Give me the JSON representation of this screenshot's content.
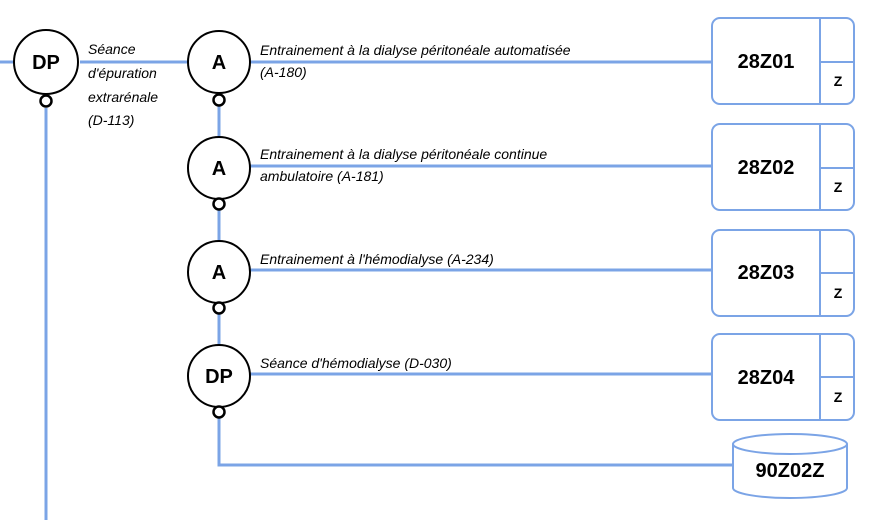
{
  "root": {
    "type": "DP",
    "label_lines": [
      "Séance",
      "d'épuration",
      "extrarénale",
      "(D-113)"
    ]
  },
  "steps": [
    {
      "type": "A",
      "label_lines": [
        "Entrainement à la dialyse péritonéale automatisée",
        "(A-180)"
      ],
      "code": "28Z01",
      "suffix": "Z"
    },
    {
      "type": "A",
      "label_lines": [
        "Entrainement à la dialyse péritonéale continue",
        "ambulatoire (A-181)"
      ],
      "code": "28Z02",
      "suffix": "Z"
    },
    {
      "type": "A",
      "label_lines": [
        "Entrainement à l'hémodialyse (A-234)"
      ],
      "code": "28Z03",
      "suffix": "Z"
    },
    {
      "type": "DP",
      "label_lines": [
        "Séance d'hémodialyse (D-030)"
      ],
      "code": "28Z04",
      "suffix": "Z"
    }
  ],
  "fallback": {
    "code": "90Z02Z"
  },
  "colors": {
    "line": "#7ba4e6",
    "node_stroke": "#000000"
  }
}
